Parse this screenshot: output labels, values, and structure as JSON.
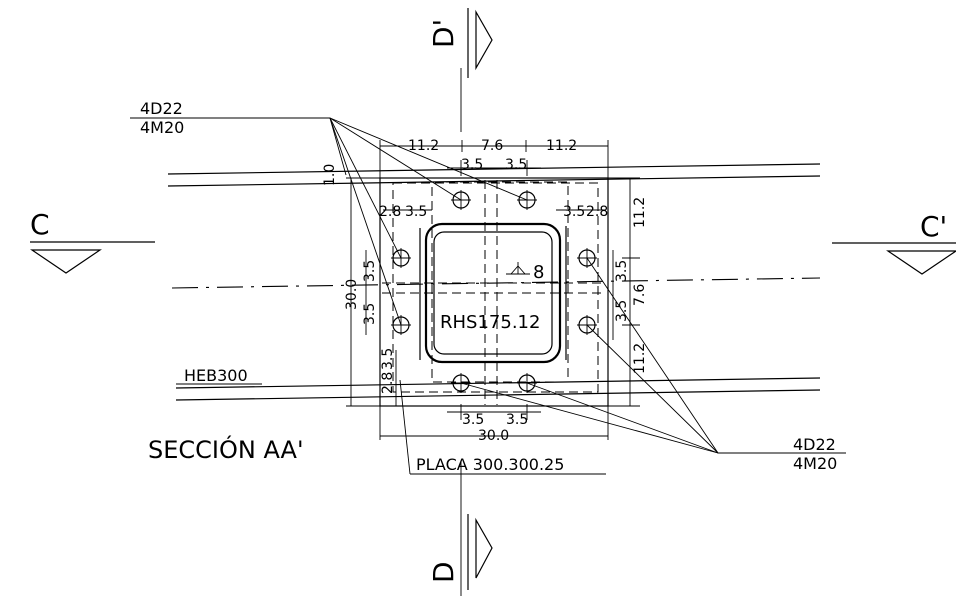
{
  "section_title": "SECCIÓN  AA'",
  "cuts": {
    "c_left": "C",
    "c_right": "C'",
    "d_top": "D'",
    "d_bottom": "D"
  },
  "labels": {
    "anchor_top_a": "4D22",
    "anchor_top_b": "4M20",
    "anchor_bottom_a": "4D22",
    "anchor_bottom_b": "4M20",
    "beam": "HEB300",
    "plate": "PLACA  300.300.25",
    "column": "RHS175.12",
    "weld": "8"
  },
  "dims": {
    "top_left": "11.2",
    "top_mid": "7.6",
    "top_right": "11.2",
    "top_bolt_a": "3.5",
    "top_bolt_b": "3.5",
    "left_top": "1.0",
    "left_edge": "2.8",
    "left_bolt": "3.5",
    "right_bolt": "3.5",
    "right_edge": "2.8",
    "right_top": "11.2",
    "right_mid": "7.6",
    "right_bottom": "11.2",
    "right_bolt_a": "3.5",
    "right_bolt_b": "3.5",
    "left_total": "30.0",
    "left_bolt_a": "3.5",
    "left_bolt_b": "3.5",
    "bottom_edge_v": "2.8",
    "bottom_bolt_v": "3.5",
    "bottom_bolt_a": "3.5",
    "bottom_bolt_b": "3.5",
    "bottom_total": "30.0"
  }
}
